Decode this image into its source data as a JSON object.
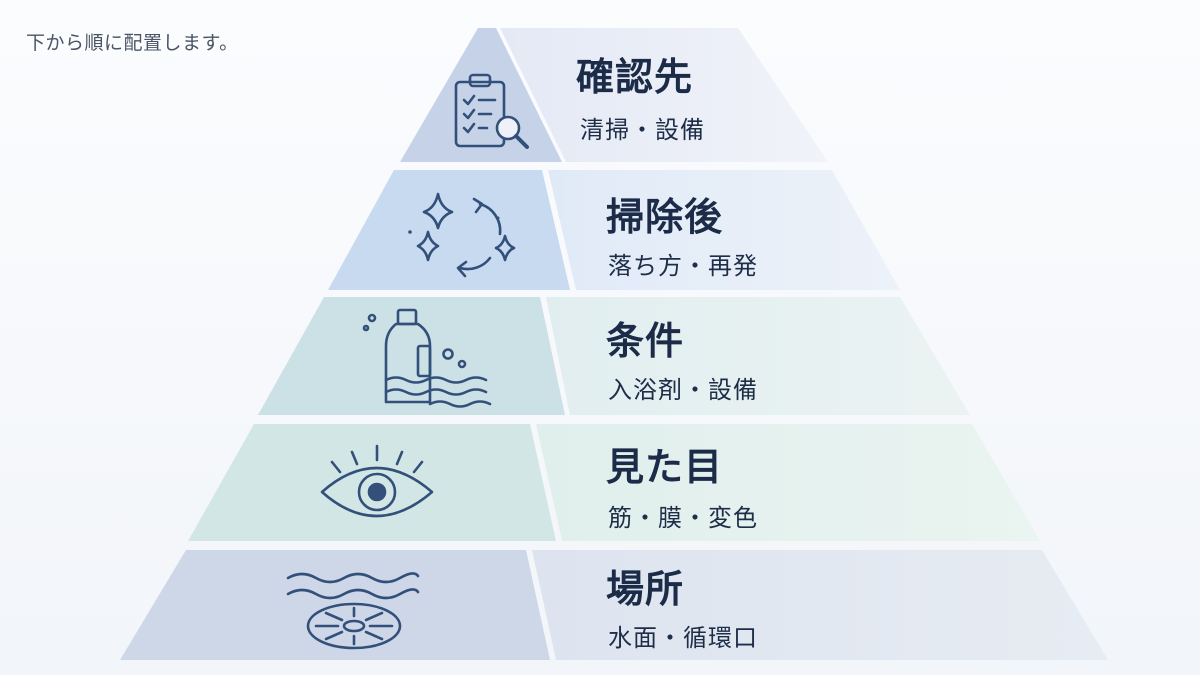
{
  "note": "下から順に配置します。",
  "tiers": [
    {
      "title": "確認先",
      "subtitle": "清掃・設備",
      "icon": "clipboard-search-icon"
    },
    {
      "title": "掃除後",
      "subtitle": "落ち方・再発",
      "icon": "sparkle-cycle-icon"
    },
    {
      "title": "条件",
      "subtitle": "入浴剤・設備",
      "icon": "bottle-bubbles-icon"
    },
    {
      "title": "見た目",
      "subtitle": "筋・膜・変色",
      "icon": "eye-icon"
    },
    {
      "title": "場所",
      "subtitle": "水面・循環口",
      "icon": "drain-waves-icon"
    }
  ],
  "colors": {
    "tier1_left": "#c9d4e8",
    "tier1_right": "#e9edf6",
    "tier2_left": "#cbdcef",
    "tier2_right": "#e6eef8",
    "tier3_left": "#cde3e8",
    "tier3_right": "#e4f0f0",
    "tier4_left": "#d3e7e6",
    "tier4_right": "#e4f1ee",
    "tier5_left": "#cfd8e6",
    "tier5_right": "#e2e8f1",
    "icon": "#33507a",
    "text": "#1b2b48"
  }
}
